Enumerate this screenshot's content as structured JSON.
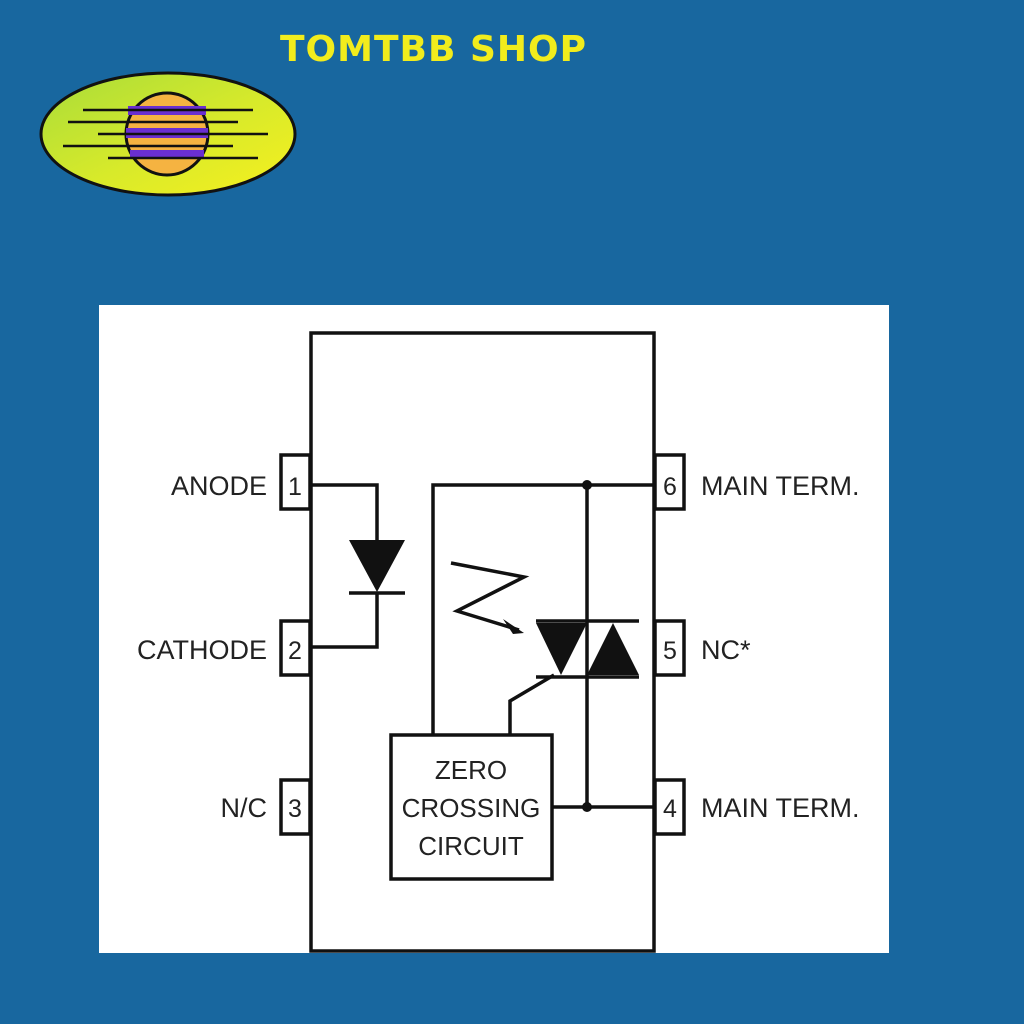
{
  "shop": {
    "name": "TOMTBB SHOP"
  },
  "colors": {
    "background": "#18679f",
    "title": "#f2ec1c",
    "logo_green": "#b6e03a",
    "logo_yellow": "#f7f01e",
    "logo_orange": "#f5b341",
    "logo_purple": "#6a2fd0"
  },
  "diagram": {
    "pins": [
      {
        "number": "1",
        "label": "ANODE"
      },
      {
        "number": "2",
        "label": "CATHODE"
      },
      {
        "number": "3",
        "label": "N/C"
      },
      {
        "number": "4",
        "label": "MAIN TERM."
      },
      {
        "number": "5",
        "label": "NC*"
      },
      {
        "number": "6",
        "label": "MAIN TERM."
      }
    ],
    "zero_crossing_lines": [
      "ZERO",
      "CROSSING",
      "CIRCUIT"
    ]
  }
}
